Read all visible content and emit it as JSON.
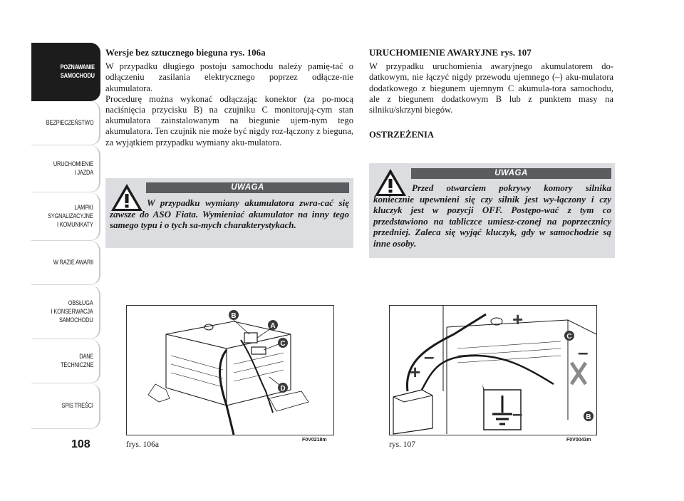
{
  "tabs": [
    {
      "label": "POZNAWANIE\nSAMOCHODU",
      "active": true
    },
    {
      "label": "BEZPIECZEŃSTWO",
      "active": false
    },
    {
      "label": "URUCHOMIENIE\nI JAZDA",
      "active": false
    },
    {
      "label": "LAMPKI\nSYGNALIZACYJNE\nI KOMUNIKATY",
      "active": false
    },
    {
      "label": "W RAZIE AWARII",
      "active": false
    },
    {
      "label": "OBSŁUGA\nI KONSERWACJA\nSAMOCHODU",
      "active": false
    },
    {
      "label": "DANE\nTECHNICZNE",
      "active": false
    },
    {
      "label": "SPIS TREŚCI",
      "active": false
    }
  ],
  "page_number": "108",
  "left": {
    "heading": "Wersje bez sztucznego bieguna rys. 106a",
    "paragraph1": "W przypadku długiego postoju samochodu należy pamię-tać o odłączeniu zasilania elektrycznego poprzez odłącze-nie akumulatora.",
    "paragraph2": "Procedurę można wykonać odłączając konektor (za po-mocą naciśnięcia przycisku B) na czujniku C monitorują-cym stan akumulatora zainstalowanym na biegunie ujem-nym tego akumulatora. Ten czujnik nie może być nigdy roz-łączony z bieguna, za wyjątkiem przypadku wymiany aku-mulatora.",
    "note_label": "UWAGA",
    "note_text": "W przypadku wymiany akumulatora zwra-cać się zawsze do ASO Fiata. Wymieniać akumulator na inny tego samego typu i o tych sa-mych charakterystykach."
  },
  "right": {
    "heading": "URUCHOMIENIE AWARYJNE rys. 107",
    "paragraph1": "W przypadku uruchomienia awaryjnego akumulatorem do-datkowym, nie łączyć nigdy przewodu ujemnego (–) aku-mulatora dodatkowego z biegunem ujemnym C akumula-tora samochodu, ale z biegunem dodatkowym B lub z punktem masy na silniku/skrzyni biegów.",
    "warnings_heading": "OSTRZEŻENIA",
    "note_label": "UWAGA",
    "note_text": "Przed otwarciem pokrywy komory silnika koniecznie upewnieni się czy silnik jest wy-łączony i czy kluczyk jest w pozycji OFF. Postępo-wać z tym co przedstawiono na tabliczce umiesz-czonej na poprzecznicy przedniej. Zaleca się wyjąć kluczyk, gdy w samochodzie są inne osoby."
  },
  "figures": [
    {
      "caption": "frys. 106a",
      "code": "F0V0218m",
      "callouts": [
        "B",
        "A",
        "C",
        "D"
      ]
    },
    {
      "caption": "rys. 107",
      "code": "F0V0043m",
      "callouts": [
        "C",
        "B"
      ],
      "symbols": [
        "+",
        "–",
        "+",
        "–",
        "–"
      ]
    }
  ],
  "colors": {
    "tab_active": "#1c1c1c",
    "note_bg": "#dcdde0",
    "note_label_bg": "#5a5c60",
    "callout": "#3a3a3a"
  },
  "icons": [
    "warning-triangle-icon",
    "warning-triangle-icon"
  ]
}
